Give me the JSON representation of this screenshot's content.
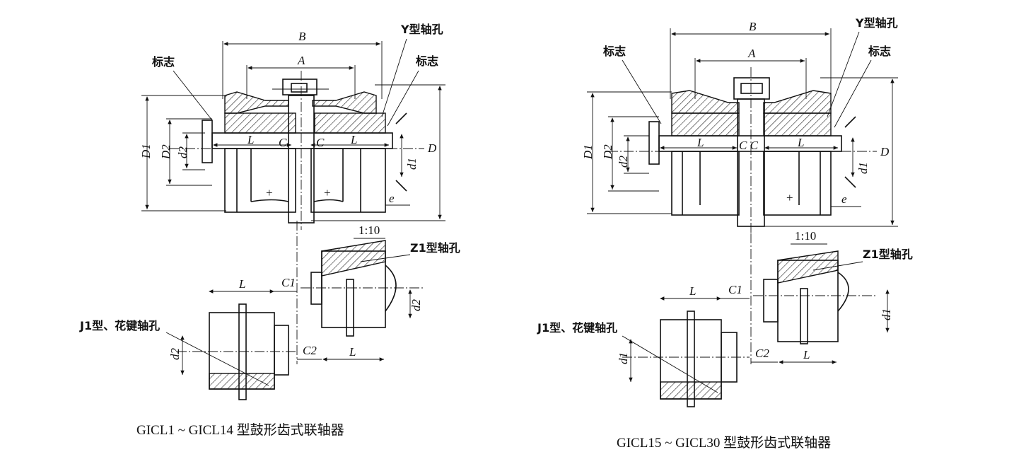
{
  "left": {
    "caption": "GICL1 ~ GICL14 型鼓形齿式联轴器",
    "labels": {
      "B": "B",
      "A": "A",
      "biaozhi_left": "标志",
      "y_hole": "Y型轴孔",
      "biaozhi_right": "标志",
      "D1": "D1",
      "D2": "D2",
      "d2": "d2",
      "L1": "L",
      "C1": "C",
      "C2": "C",
      "L2": "L",
      "D": "D",
      "d1": "d1",
      "e": "e",
      "ratio": "1:10",
      "z1_hole": "Z1型轴孔",
      "sec_L": "L",
      "sec_C1": "C1",
      "sec_d2": "d2",
      "j1_hole": "J1型、花键轴孔",
      "j1_d2": "d2",
      "sec_C2": "C2",
      "sec_L2": "L"
    }
  },
  "right": {
    "caption": "GICL15 ~ GICL30 型鼓形齿式联轴器",
    "labels": {
      "B": "B",
      "A": "A",
      "biaozhi_left": "标志",
      "y_hole": "Y型轴孔",
      "biaozhi_right": "标志",
      "D1": "D1",
      "D2": "D2",
      "d2": "d2",
      "L1": "L",
      "CC": "C C",
      "L2": "L",
      "D": "D",
      "d1": "d1",
      "e": "e",
      "ratio": "1:10",
      "z1_hole": "Z1型轴孔",
      "sec_L": "L",
      "sec_C1": "C1",
      "sec_d1": "d1",
      "j1_hole": "J1型、花键轴孔",
      "j1_d1": "d1",
      "sec_C2": "C2",
      "sec_L2": "L"
    }
  }
}
